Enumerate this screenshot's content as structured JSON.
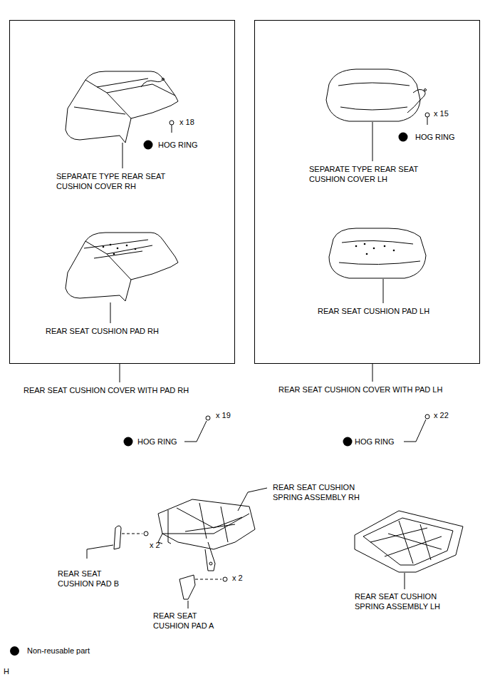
{
  "diagram": {
    "nodes": [
      {
        "text": [
          "REAR SEAT CUSHION COVER WITH PAD RH"
        ]
      },
      {
        "text": [
          "REAR SEAT CUSHION COVER WITH PAD LH"
        ]
      }
    ],
    "labels": [
      "SEPARATE TYPE REAR SEAT CUSHION COVER RH",
      "x 18",
      "HOG RING",
      "REAR SEAT CUSHION PAD RH",
      "SEPARATE TYPE REAR SEAT CUSHION COVER LH",
      "x 15",
      "HOG RING",
      "REAR SEAT CUSHION PAD LH",
      "x 19",
      "HOG RING",
      "x 22",
      "HOG RING",
      "REAR SEAT CUSHION SPRING ASSEMBLY RH",
      "x 2",
      "REAR SEAT CUSHION PAD B",
      "x 2",
      "REAR SEAT CUSHION PAD A",
      "REAR SEAT CUSHION SPRING ASSEMBLY LH",
      "H"
    ],
    "legend": [
      {
        "text": "Non-reusable part"
      }
    ]
  }
}
